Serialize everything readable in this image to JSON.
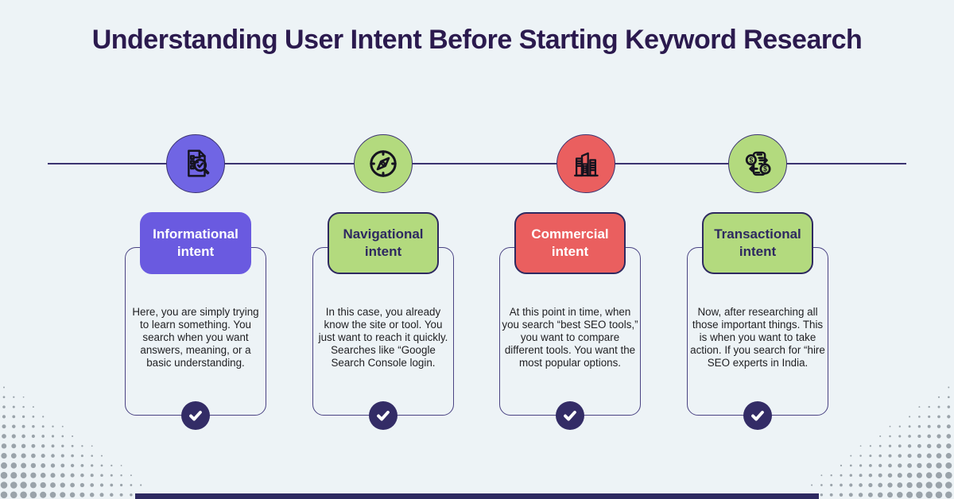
{
  "page": {
    "title": "Understanding User Intent Before Starting Keyword Research",
    "background_color": "#edf3f6",
    "accent_dark": "#2e2960",
    "connector_line_color": "#3c3470",
    "dot_pattern_color": "#9aa3aa"
  },
  "columns": [
    {
      "icon": "document-search-icon",
      "icon_circle_color": "#7065e4",
      "header": {
        "label": "Informational intent",
        "bg": "#6a5ae0",
        "text_color": "#ffffff",
        "border_color": "#6a5ae0"
      },
      "body": "Here, you are simply trying to learn something. You search when you want answers, meaning, or a basic understanding."
    },
    {
      "icon": "compass-icon",
      "icon_circle_color": "#b3da7e",
      "header": {
        "label": "Navigational intent",
        "bg": "#b3da7e",
        "text_color": "#2e2960",
        "border_color": "#2e2960"
      },
      "body": "In this case, you already know the site or tool. You just want to reach it quickly. Searches like “Google Search Console login."
    },
    {
      "icon": "buildings-icon",
      "icon_circle_color": "#ea5f5f",
      "header": {
        "label": "Commercial intent",
        "bg": "#ea5f5f",
        "text_color": "#ffffff",
        "border_color": "#2e2960"
      },
      "body": "At this point in time, when you search “best SEO tools,” you want to compare different tools. You want the most popular options."
    },
    {
      "icon": "money-transfer-icon",
      "icon_circle_color": "#b3da7e",
      "header": {
        "label": "Transactional intent",
        "bg": "#b3da7e",
        "text_color": "#2e2960",
        "border_color": "#2e2960"
      },
      "body": "Now, after researching all those important things. This is when you want to take action. If you search for “hire SEO experts in India."
    }
  ],
  "check_badge": {
    "color": "#332c66",
    "icon": "check-icon"
  }
}
